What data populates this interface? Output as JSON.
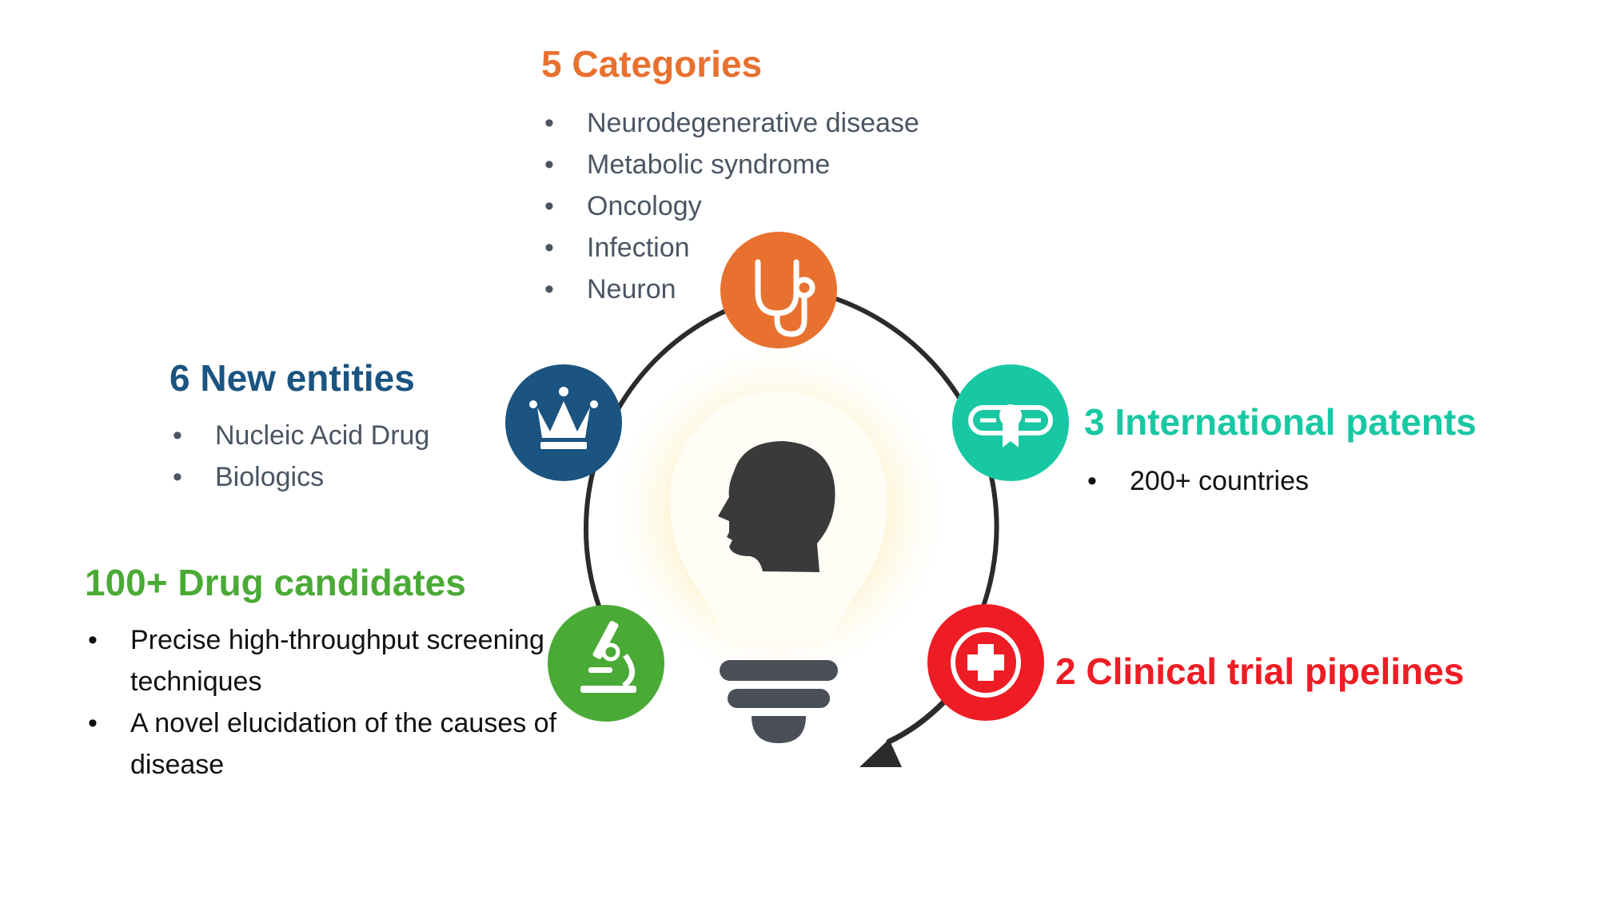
{
  "colors": {
    "orange": "#e8712f",
    "navy": "#1b5480",
    "teal": "#18c8a3",
    "red": "#ee1c24",
    "green": "#4aaa36",
    "ring": "#2b2b2b",
    "bulb_glow": "#fde9a8",
    "bulb_body": "#fffdf5",
    "head": "#3a3a3a",
    "bulb_base": "#4a4f57"
  },
  "categories": {
    "heading": "5 Categories",
    "icon": "stethoscope-icon",
    "items": [
      "Neurodegenerative disease",
      "Metabolic syndrome",
      "Oncology",
      "Infection",
      "Neuron"
    ]
  },
  "entities": {
    "heading": "6 New entities",
    "icon": "crown-icon",
    "items": [
      "Nucleic Acid Drug",
      "Biologics"
    ]
  },
  "patents": {
    "heading": "3 International patents",
    "icon": "diploma-icon",
    "items": [
      "200+ countries"
    ]
  },
  "drug_candidates": {
    "heading": "100+ Drug candidates",
    "icon": "microscope-icon",
    "items": [
      "Precise high-throughput screening techniques",
      "A novel elucidation of the causes of disease"
    ]
  },
  "clinical": {
    "heading": "2 Clinical trial pipelines",
    "icon": "medical-cross-icon"
  },
  "center": {
    "icon": "lightbulb-head-icon"
  }
}
